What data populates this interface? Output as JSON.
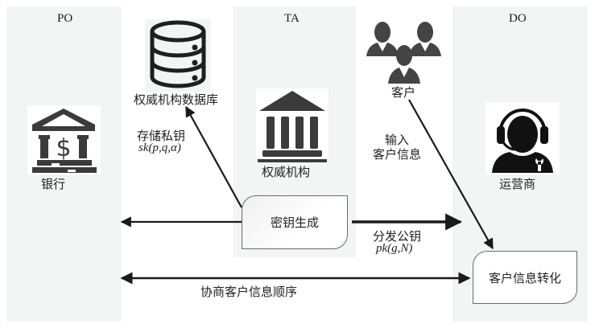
{
  "panels": {
    "po": {
      "title": "PO"
    },
    "ta": {
      "title": "TA"
    },
    "do": {
      "title": "DO"
    }
  },
  "nodes": {
    "bank": {
      "label": "银行",
      "icon": "bank-dollar-icon"
    },
    "authority_db": {
      "label": "权威机构数据库",
      "icon": "database-icon"
    },
    "authority": {
      "label": "权威机构",
      "icon": "institution-icon"
    },
    "customers": {
      "label": "客户",
      "icon": "user-group-icon"
    },
    "operator": {
      "label": "运营商",
      "icon": "support-agent-wrench-icon"
    }
  },
  "processes": {
    "keygen": {
      "label": "密钥生成"
    },
    "convert": {
      "label": "客户信息转化"
    }
  },
  "edges": {
    "store_private_key": {
      "label": "存储私钥",
      "formula": "sk(p,q,α)"
    },
    "input_customer_info": {
      "label_line1": "输入",
      "label_line2": "客户信息"
    },
    "distribute_public_key": {
      "label": "分发公钥",
      "formula": "pk(g,N)"
    },
    "negotiate_order": {
      "label": "协商客户信息顺序"
    }
  },
  "colors": {
    "panel_bg": "#f3f4f4",
    "icon_fill": "#3b3b3b",
    "line": "#1a1a1a"
  }
}
